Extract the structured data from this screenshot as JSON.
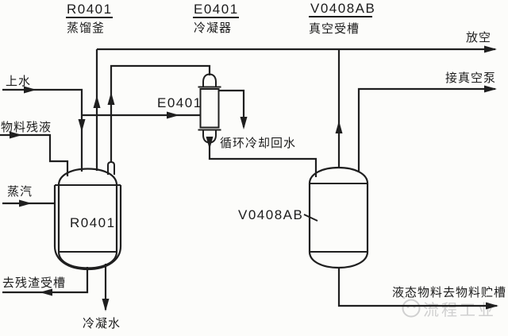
{
  "diagram": {
    "legend": {
      "kettle": {
        "tag": "R0401",
        "name": "蒸馏釜"
      },
      "condenser": {
        "tag": "E0401",
        "name": "冷凝器"
      },
      "receiver": {
        "tag": "V0408AB",
        "name": "真空受槽"
      }
    },
    "equipment": {
      "kettle_tag": "R0401",
      "condenser_tag": "E0401",
      "receiver_tag": "V0408AB"
    },
    "streams": {
      "vent": "放空",
      "to_vacuum_pump": "接真空泵",
      "water_supply": "上水",
      "material_residue": "物料残液",
      "steam": "蒸汽",
      "to_residue_tank": "去残渣受槽",
      "jacket_condensate": "冷凝水",
      "cooling_return": "循环冷却回水",
      "liquid_to_storage": "液态物料去物料贮槽"
    },
    "watermark": {
      "text": "流程工业"
    },
    "colors": {
      "line": "#1f1f1f",
      "background": "#fcfcfa",
      "watermark": "#d0d0d0"
    }
  }
}
